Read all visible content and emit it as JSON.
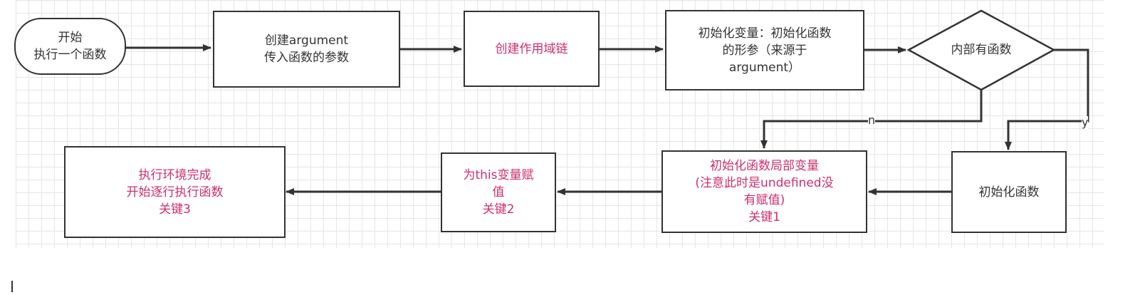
{
  "diagram": {
    "nodes": {
      "start": "开始\n执行一个函数",
      "create_argument": "创建argument\n传入函数的参数",
      "create_scope_chain": "创建作用域链",
      "init_variables": "初始化变量：初始化函数\n的形参（来源于\nargument）",
      "has_inner_function": "内部有函数",
      "init_function": "初始化函数",
      "init_local_variables": "初始化函数局部变量\n(注意此时是undefined没\n有赋值)\n关键1",
      "assign_this": "为this变量赋\n值\n关键2",
      "execution_ready": "执行环境完成\n开始逐行执行函数\n关键3"
    },
    "edge_labels": {
      "no": "n",
      "yes": "y"
    }
  },
  "colors": {
    "stroke": "#333333",
    "text": "#333333",
    "highlight_text": "#cc2f6f",
    "grid": "#e6e6e6"
  }
}
